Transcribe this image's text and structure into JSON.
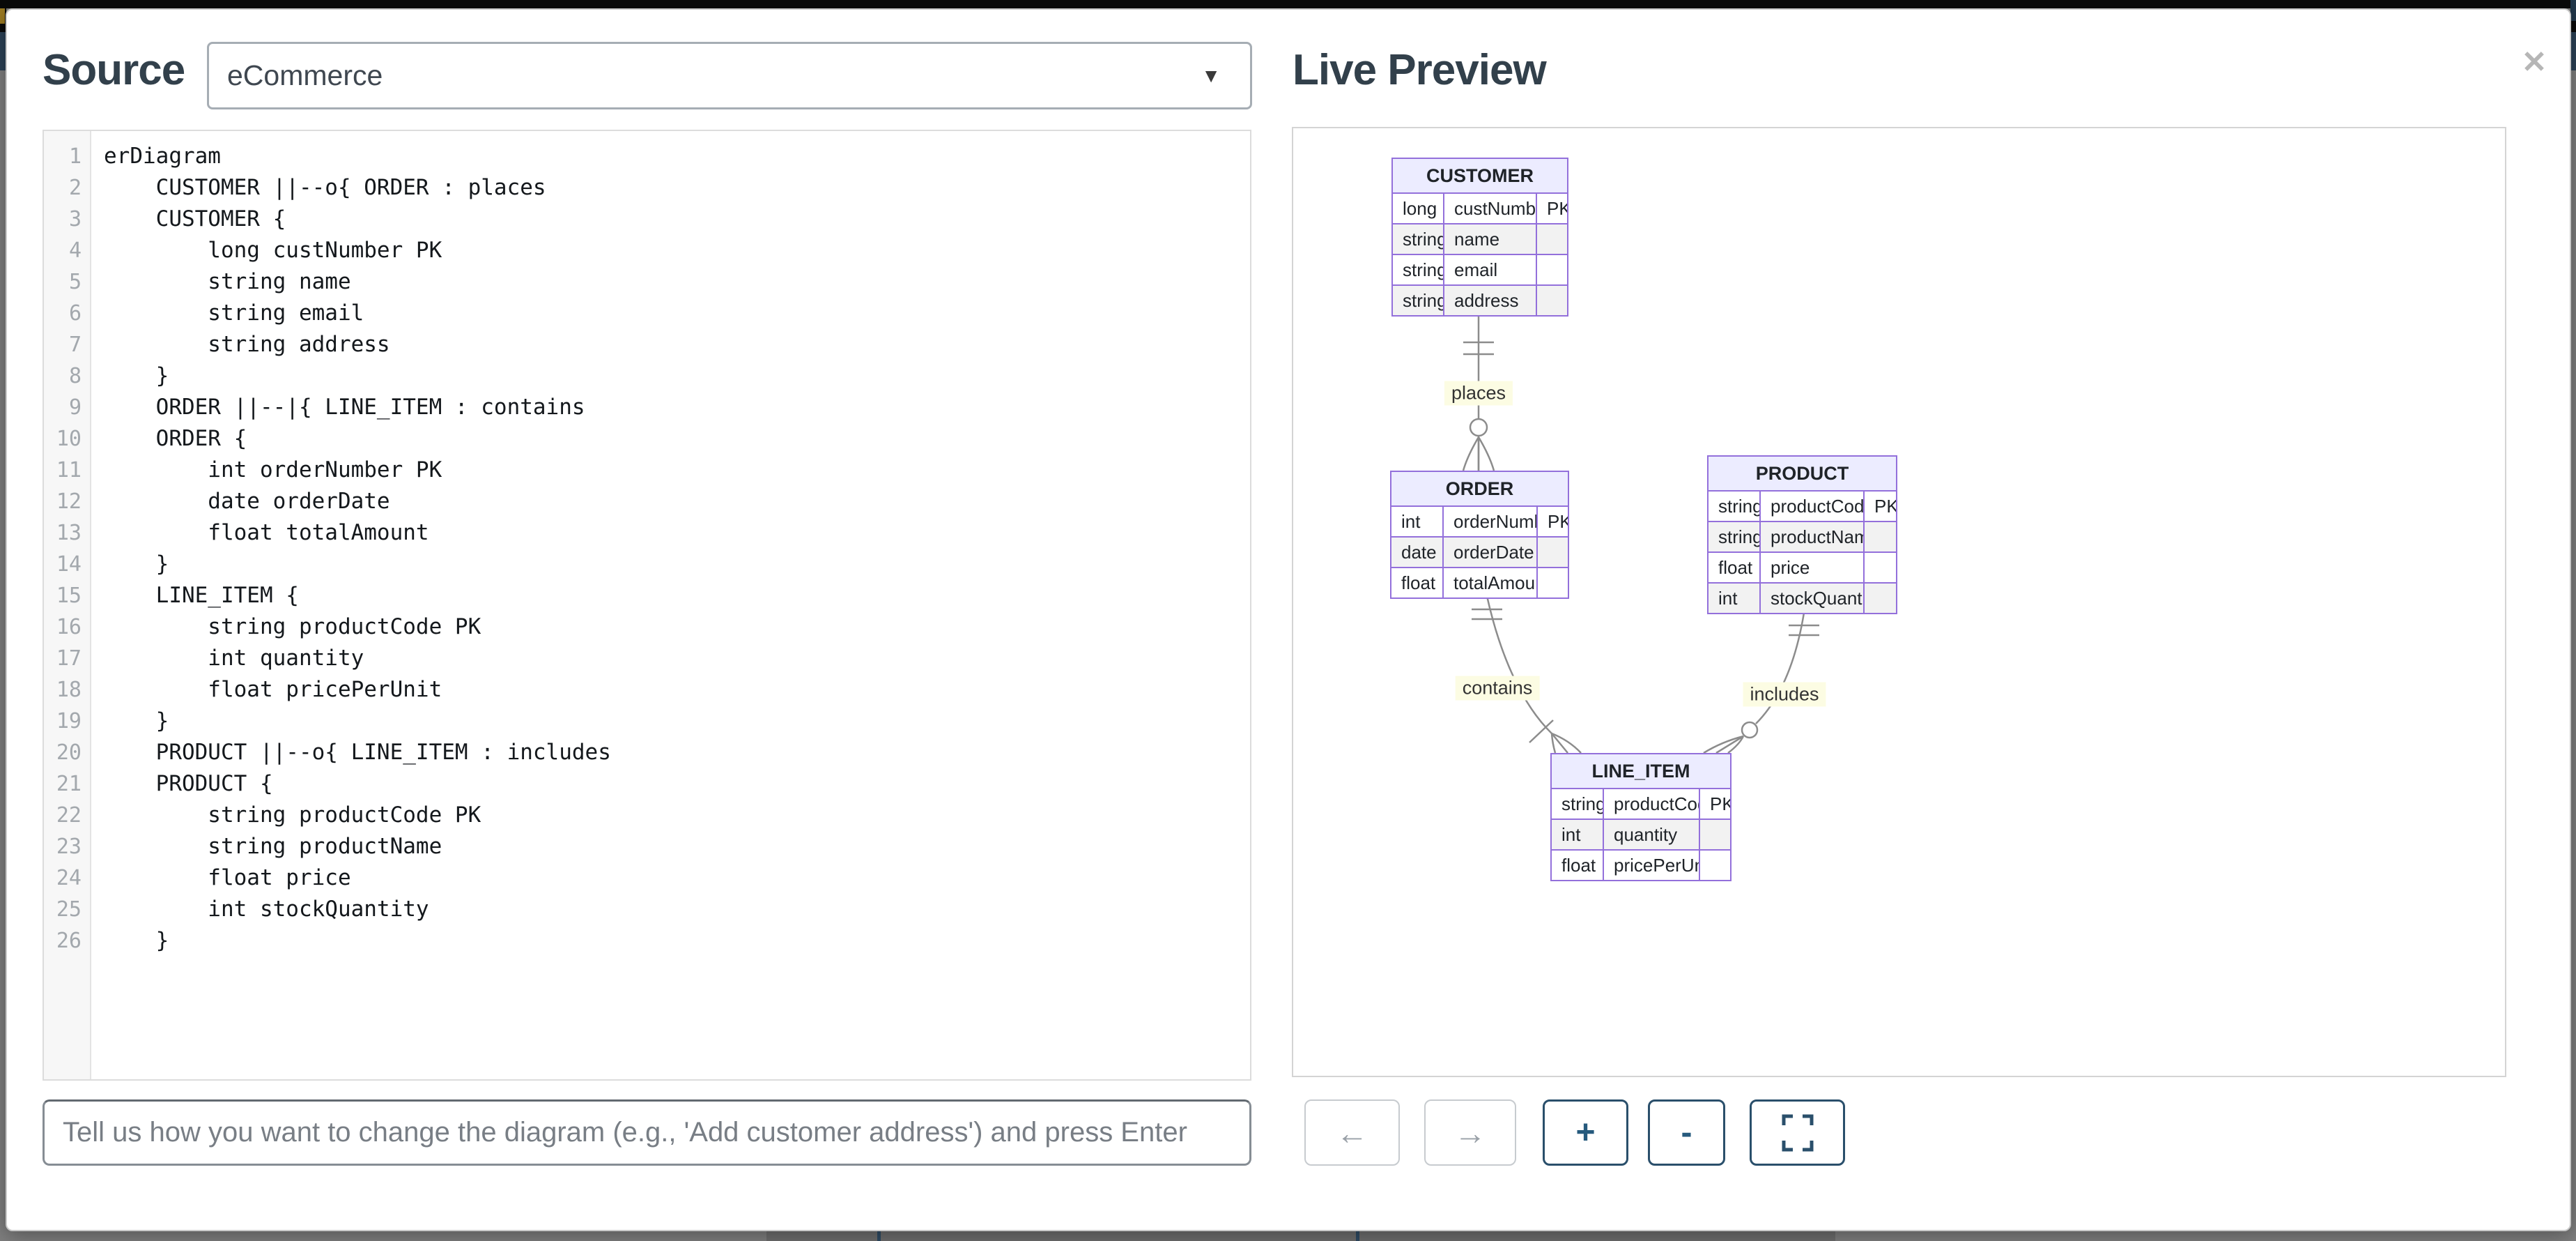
{
  "modal": {
    "title_left": "Source",
    "title_right": "Live Preview",
    "close_icon": "✕"
  },
  "source_panel": {
    "dropdown": {
      "value": "eCommerce",
      "icon": "chevron-down"
    },
    "editor": {
      "code_lines": [
        "erDiagram",
        "    CUSTOMER ||--o{ ORDER : places",
        "    CUSTOMER {",
        "        long custNumber PK",
        "        string name",
        "        string email",
        "        string address",
        "    }",
        "    ORDER ||--|{ LINE_ITEM : contains",
        "    ORDER {",
        "        int orderNumber PK",
        "        date orderDate",
        "        float totalAmount",
        "    }",
        "    LINE_ITEM {",
        "        string productCode PK",
        "        int quantity",
        "        float pricePerUnit",
        "    }",
        "    PRODUCT ||--o{ LINE_ITEM : includes",
        "    PRODUCT {",
        "        string productCode PK",
        "        string productName",
        "        float price",
        "        int stockQuantity",
        "    }"
      ]
    },
    "prompt_input": {
      "value": "",
      "placeholder": "Tell us how you want to change the diagram (e.g., 'Add customer address') and press Enter"
    }
  },
  "preview_panel": {
    "diagram": {
      "entities": [
        {
          "name": "CUSTOMER",
          "attributes": [
            {
              "type": "long",
              "name": "custNumber",
              "key": "PK"
            },
            {
              "type": "string",
              "name": "name",
              "key": ""
            },
            {
              "type": "string",
              "name": "email",
              "key": ""
            },
            {
              "type": "string",
              "name": "address",
              "key": ""
            }
          ]
        },
        {
          "name": "ORDER",
          "attributes": [
            {
              "type": "int",
              "name": "orderNumber",
              "key": "PK"
            },
            {
              "type": "date",
              "name": "orderDate",
              "key": ""
            },
            {
              "type": "float",
              "name": "totalAmount",
              "key": ""
            }
          ]
        },
        {
          "name": "PRODUCT",
          "attributes": [
            {
              "type": "string",
              "name": "productCode",
              "key": "PK"
            },
            {
              "type": "string",
              "name": "productName",
              "key": ""
            },
            {
              "type": "float",
              "name": "price",
              "key": ""
            },
            {
              "type": "int",
              "name": "stockQuantity",
              "key": ""
            }
          ]
        },
        {
          "name": "LINE_ITEM",
          "attributes": [
            {
              "type": "string",
              "name": "productCode",
              "key": "PK"
            },
            {
              "type": "int",
              "name": "quantity",
              "key": ""
            },
            {
              "type": "float",
              "name": "pricePerUnit",
              "key": ""
            }
          ]
        }
      ],
      "relationships": [
        {
          "from": "CUSTOMER",
          "to": "ORDER",
          "label": "places",
          "cardinality": "one-to-zero-or-many"
        },
        {
          "from": "ORDER",
          "to": "LINE_ITEM",
          "label": "contains",
          "cardinality": "one-to-one-or-many"
        },
        {
          "from": "PRODUCT",
          "to": "LINE_ITEM",
          "label": "includes",
          "cardinality": "one-to-zero-or-many"
        }
      ]
    },
    "toolbar": {
      "undo_label": "←",
      "redo_label": "→",
      "zoom_in_label": "+",
      "zoom_out_label": "-",
      "fullscreen_icon": "fullscreen-brackets"
    }
  },
  "colors": {
    "entity_border": "#9370DB",
    "entity_header_bg": "#ECECFF",
    "row_alt_bg": "#f2f2f2",
    "relationship_line": "#8c8c8c",
    "relationship_label_bg": "#fcfce3",
    "primary_button": "#2a4f6b",
    "disabled_button": "#c7cbcf",
    "heading": "#32404b"
  }
}
